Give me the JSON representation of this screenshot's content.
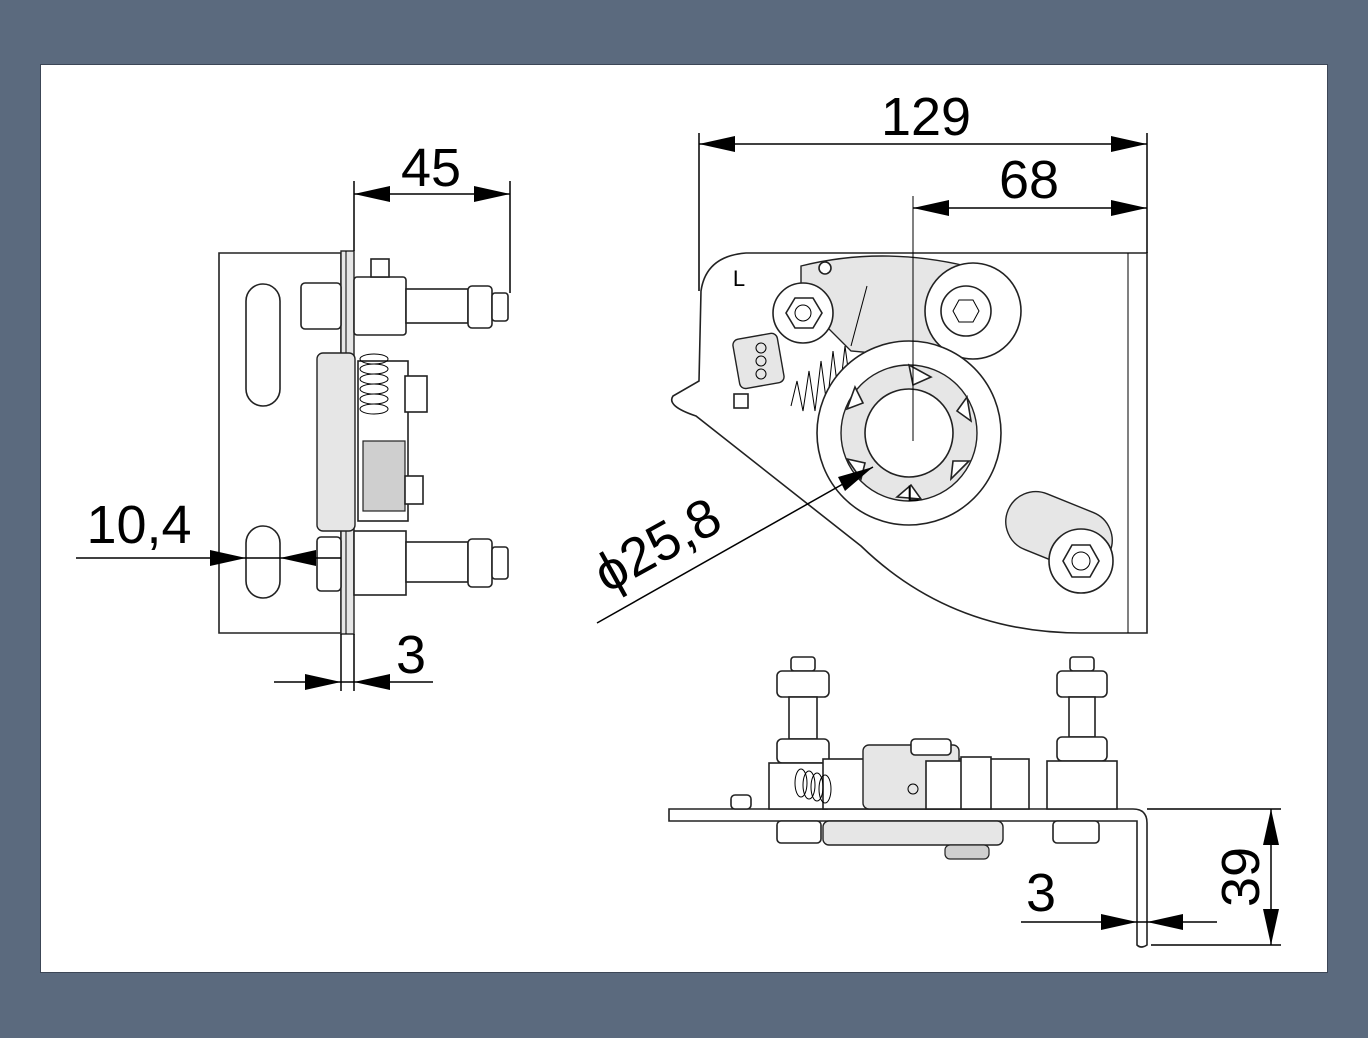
{
  "drawing": {
    "dimensions": {
      "width_overall": "129",
      "offset_right": "68",
      "side_depth": "45",
      "slot_offset": "10,4",
      "plate_thickness_side": "3",
      "hub_diameter": "ϕ25,8",
      "plate_thickness_bottom": "3",
      "height_bottom": "39"
    },
    "marks": {
      "plate_mark": "L",
      "hub_mark": "L"
    }
  },
  "colors": {
    "background": "#5b6a7e",
    "sheet": "#ffffff",
    "line": "#000000"
  }
}
